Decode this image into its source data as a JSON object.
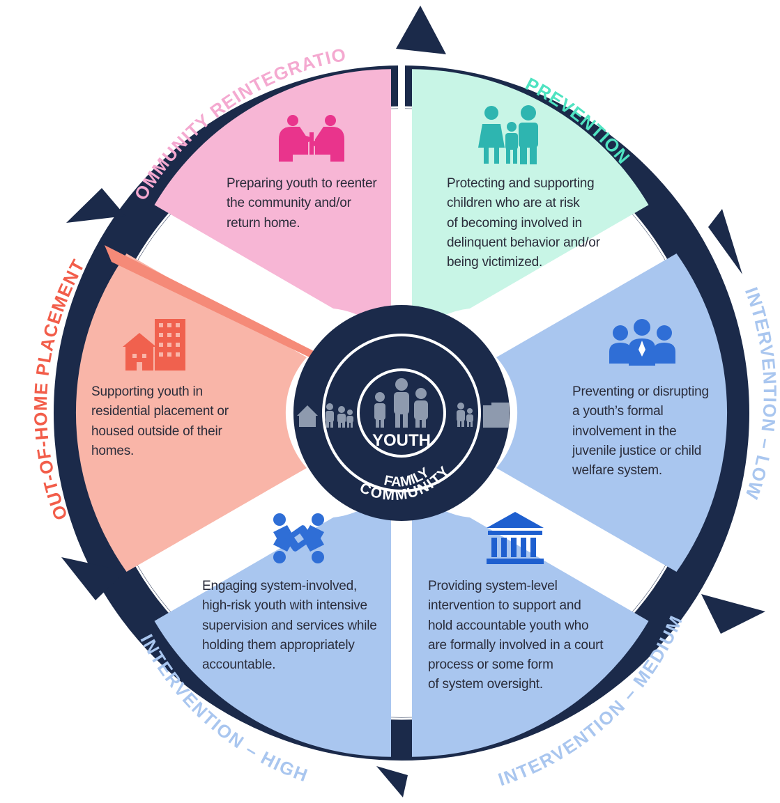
{
  "center": {
    "youth": "YOUTH",
    "family": "FAMILY",
    "community": "COMMUNITY"
  },
  "segments": [
    {
      "id": "prevention",
      "label": "PREVENTION",
      "label_color": "#4fe3c1",
      "fill": "#c8f5e6",
      "icon": "family-icon",
      "icon_color": "#2eb5b0",
      "text": "Protecting and supporting\nchildren who are at risk\nof becoming involved in\ndelinquent behavior and/or\nbeing victimized."
    },
    {
      "id": "intervention-low",
      "label": "INTERVENTION – LOW",
      "label_color": "#a9c6ef",
      "fill": "#a9c6ef",
      "icon": "group-icon",
      "icon_color": "#2f6ed6",
      "text": "Preventing or disrupting\na youth’s formal\ninvolvement in the\njuvenile justice or child\nwelfare system."
    },
    {
      "id": "intervention-medium",
      "label": "INTERVENTION – MEDIUM",
      "label_color": "#a9c6ef",
      "fill": "#a9c6ef",
      "icon": "courthouse-icon",
      "icon_color": "#1e5fcf",
      "text": "Providing system-level\nintervention to support and\nhold accountable youth who\nare formally involved in a court\nprocess or some form\nof system oversight."
    },
    {
      "id": "intervention-high",
      "label": "INTERVENTION – HIGH",
      "label_color": "#a9c6ef",
      "fill": "#a9c6ef",
      "icon": "team-table-icon",
      "icon_color": "#2f6ed6",
      "text": "Engaging system-involved,\nhigh-risk youth with intensive\nsupervision and services while\nholding them appropriately\naccountable."
    },
    {
      "id": "out-of-home",
      "label": "OUT-OF-HOME PLACEMENT",
      "label_color": "#f25d4a",
      "fill": "#f9b5a8",
      "icon": "buildings-icon",
      "icon_color": "#f0614e",
      "text": "Supporting youth in\nresidential placement or\nhoused outside of their\nhomes."
    },
    {
      "id": "community-reintegration",
      "label": "COMMUNITY REINTEGRATION",
      "label_color": "#f4a9d0",
      "fill": "#f7b6d5",
      "icon": "hands-plant-icon",
      "icon_color": "#e9348c",
      "text": "Preparing youth to reenter\nthe community and/or\nreturn home."
    }
  ],
  "colors": {
    "navy": "#1b2a4a",
    "highlight": "#f58a78"
  }
}
